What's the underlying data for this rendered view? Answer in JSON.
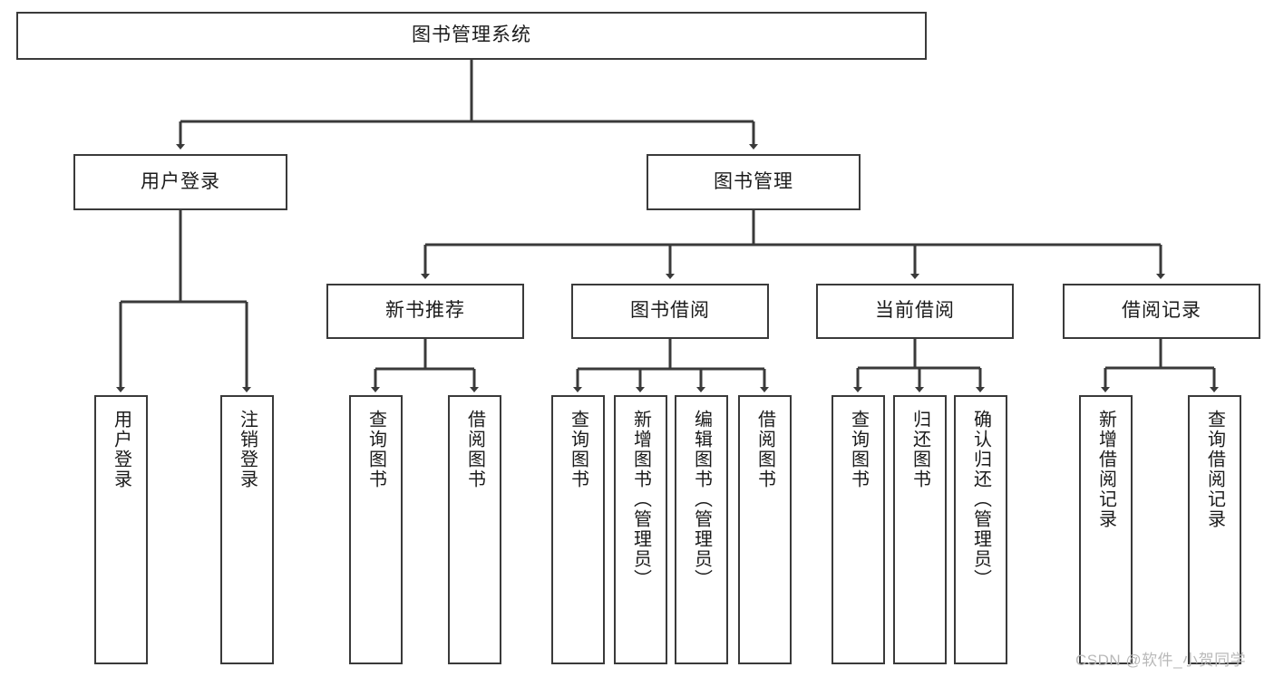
{
  "diagram": {
    "title": "图书管理系统",
    "type": "tree-hierarchy-diagram",
    "watermark": "CSDN @软件_小贺同学",
    "colors": {
      "background": "#ffffff",
      "node_border": "#3a3a3a",
      "node_fill": "#ffffff",
      "edge": "#3a3a3a",
      "text": "#1b1b1b",
      "watermark": "#b9b9b9"
    },
    "nodes": {
      "root": {
        "label": "图书管理系统"
      },
      "level2": [
        {
          "label": "用户登录"
        },
        {
          "label": "图书管理"
        }
      ],
      "level3": [
        {
          "label": "新书推荐"
        },
        {
          "label": "图书借阅"
        },
        {
          "label": "当前借阅"
        },
        {
          "label": "借阅记录"
        }
      ],
      "leaves": {
        "user_login": [
          {
            "label": "用户登录"
          },
          {
            "label": "注销登录"
          }
        ],
        "new_book_recommend": [
          {
            "label": "查询图书"
          },
          {
            "label": "借阅图书"
          }
        ],
        "book_borrow": [
          {
            "label": "查询图书"
          },
          {
            "label": "新增图书（管理员）"
          },
          {
            "label": "编辑图书（管理员）"
          },
          {
            "label": "借阅图书"
          }
        ],
        "current_borrow": [
          {
            "label": "查询图书"
          },
          {
            "label": "归还图书"
          },
          {
            "label": "确认归还（管理员）"
          }
        ],
        "borrow_record": [
          {
            "label": "新增借阅记录"
          },
          {
            "label": "查询借阅记录"
          }
        ]
      }
    }
  }
}
